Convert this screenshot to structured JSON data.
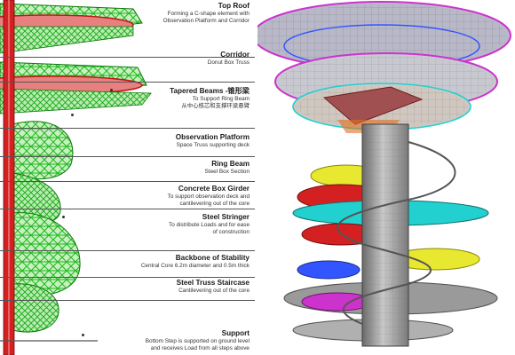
{
  "callouts": [
    {
      "title": "Top Roof",
      "desc": [
        "Forming a C-shape element with",
        "Observation Platform and Corridor"
      ]
    },
    {
      "title": "Corridor",
      "desc": [
        "Donut Box Truss"
      ]
    },
    {
      "title": "Tapered Beams -锥形梁",
      "desc": [
        "To Support Ring Beam",
        "从中心核芯和支撑环梁悬臂"
      ]
    },
    {
      "title": "Observation Platform",
      "desc": [
        "Space Truss supporting deck"
      ]
    },
    {
      "title": "Ring Beam",
      "desc": [
        "Steel Box Section"
      ]
    },
    {
      "title": "Concrete Box Girder",
      "desc": [
        "To support observation deck and",
        "cantilevering out of the core"
      ]
    },
    {
      "title": "Steel Stringer",
      "desc": [
        "To distribute Loads and for ease",
        "of construction"
      ]
    },
    {
      "title": "Backbone of Stability",
      "desc": [
        "Central Core 6.2m diameter and 0.5m thick"
      ]
    },
    {
      "title": "Steel Truss Staircase",
      "desc": [
        "Cantilevering out of the core"
      ]
    },
    {
      "title": "Support",
      "desc": [
        "Bottom Step is supported on ground level",
        "and receives Load from all steps above"
      ]
    }
  ],
  "colors": {
    "green": "#22cc22",
    "green_dark": "#0a7a0a",
    "red": "#d42020",
    "magenta": "#cc33cc",
    "cyan": "#22d0d0",
    "yellow": "#e8e830",
    "orange": "#e07020",
    "grey": "#9a9a9a",
    "blue": "#3355ff"
  }
}
